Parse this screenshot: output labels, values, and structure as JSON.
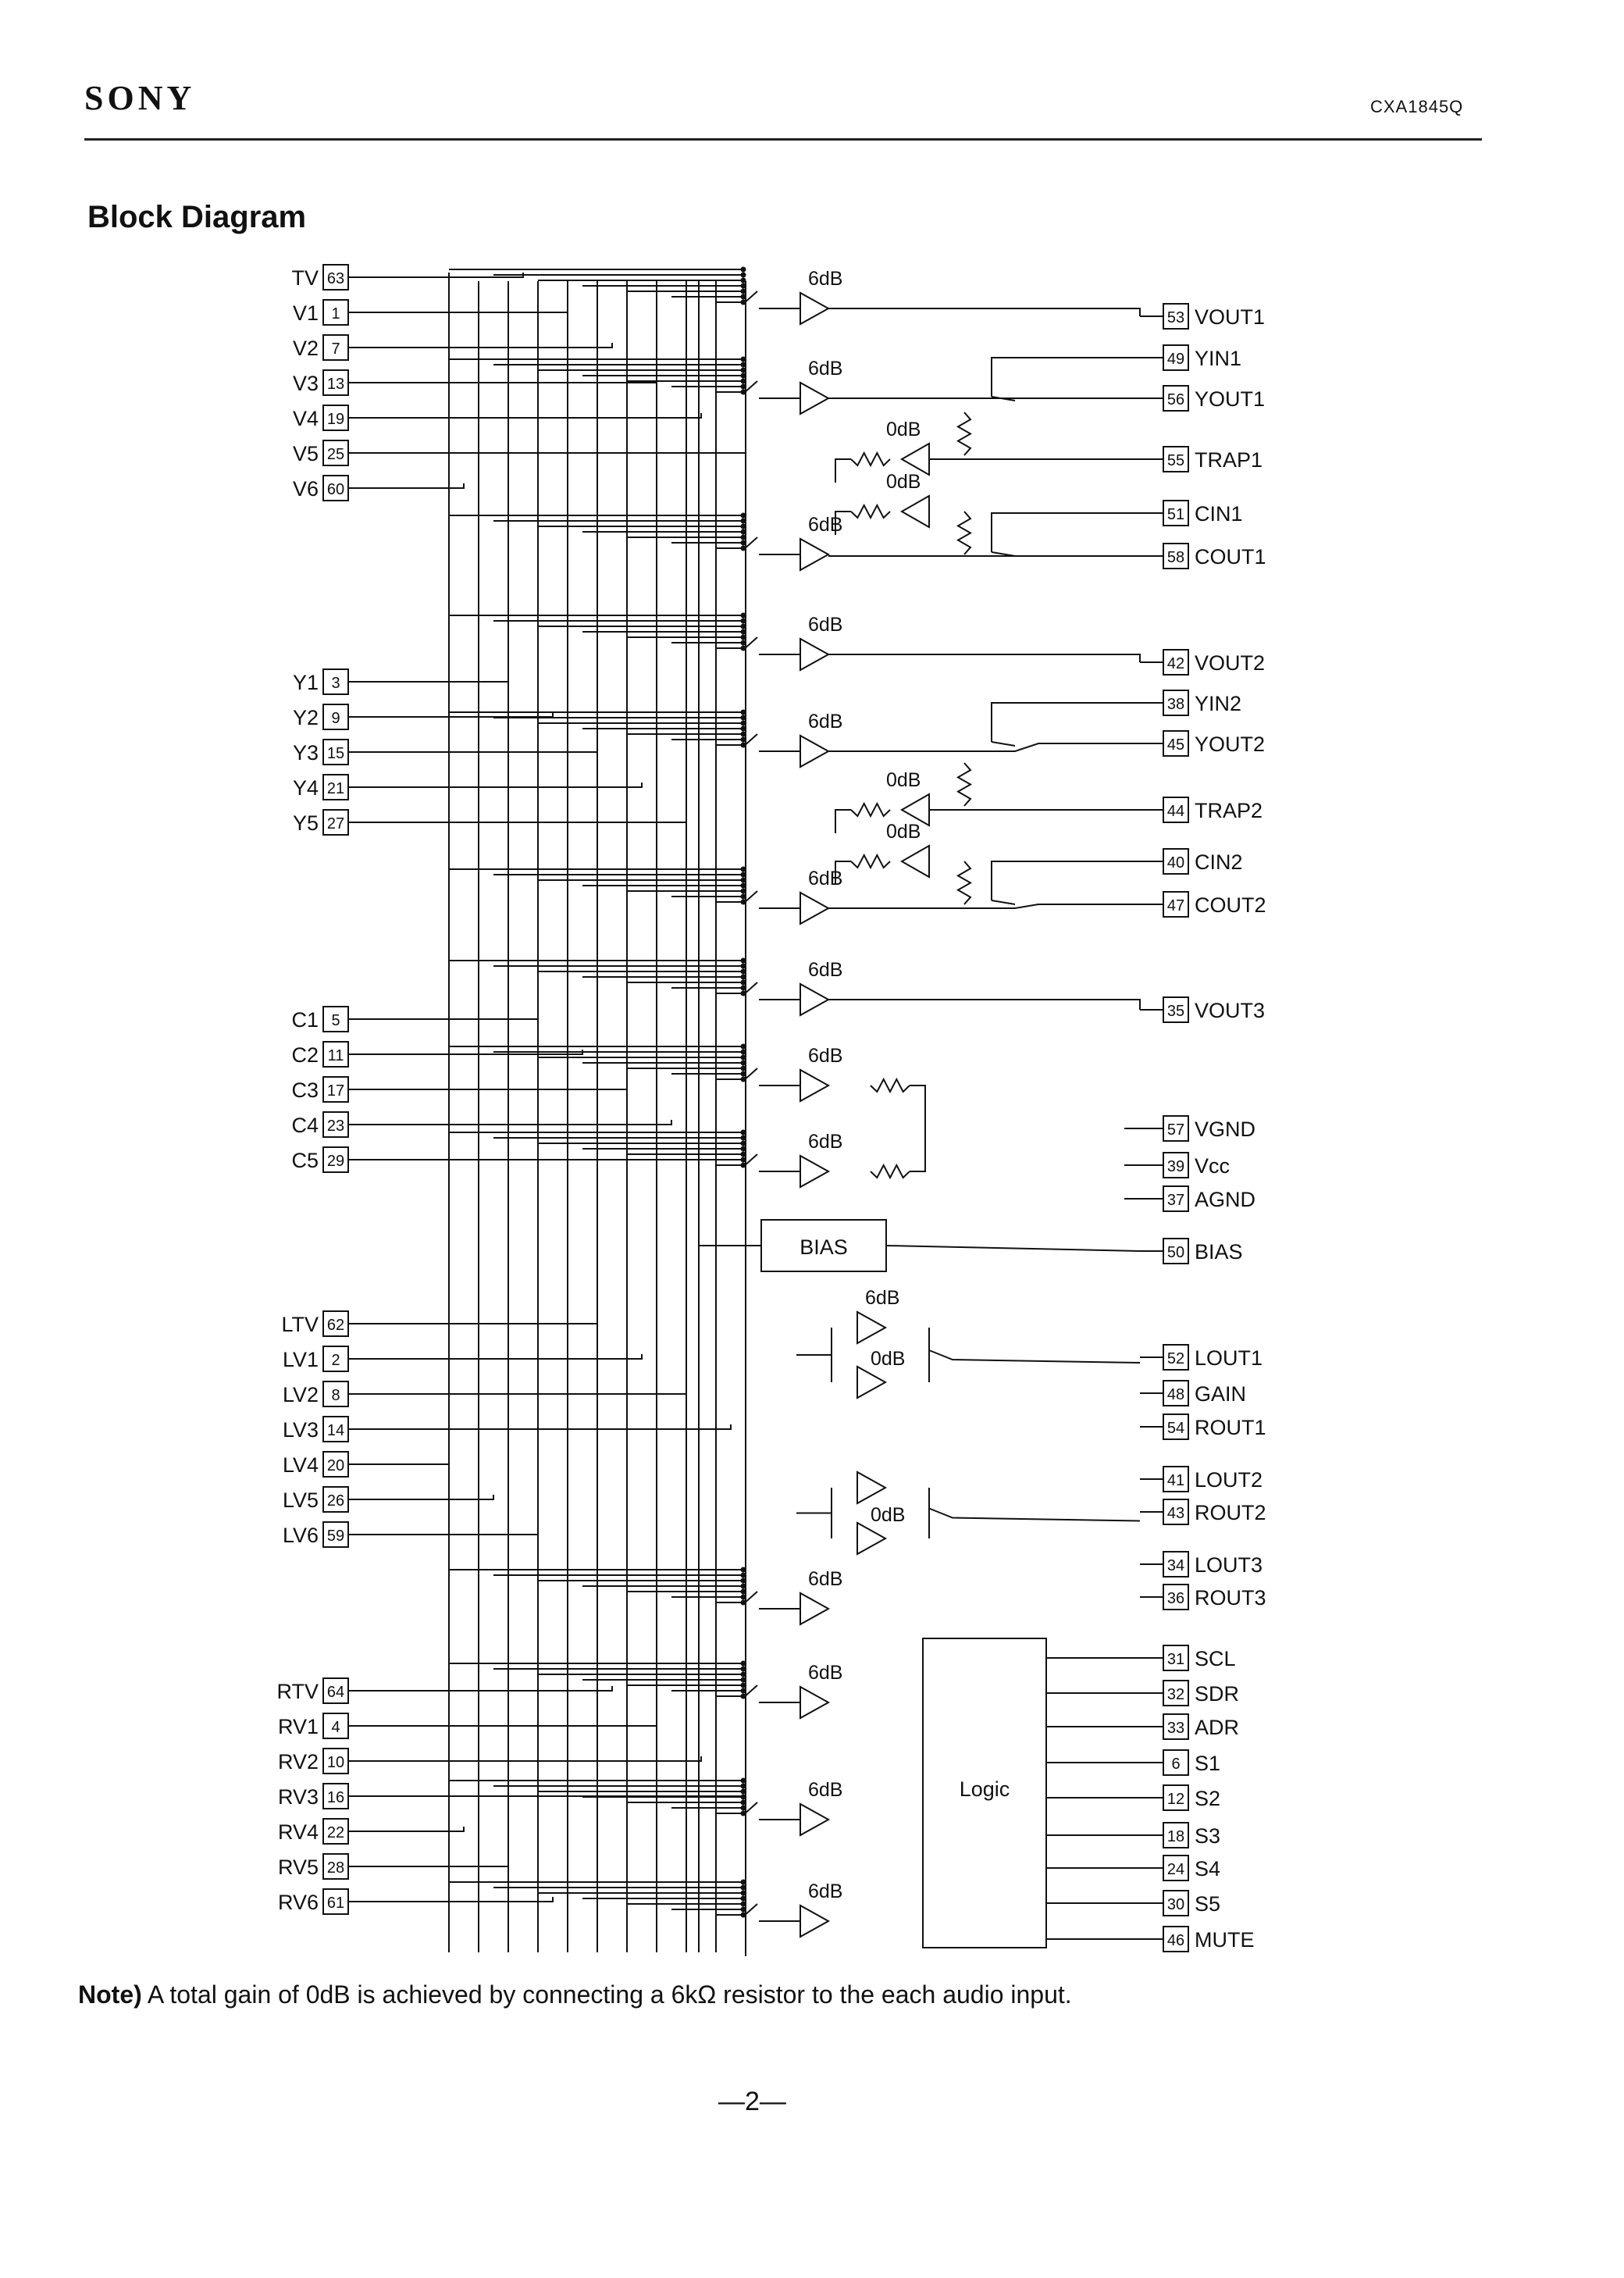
{
  "header": {
    "brand": "SONY",
    "part_number": "CXA1845Q"
  },
  "title": "Block Diagram",
  "inputs": {
    "video": [
      {
        "label": "TV",
        "pin": "63"
      },
      {
        "label": "V1",
        "pin": "1"
      },
      {
        "label": "V2",
        "pin": "7"
      },
      {
        "label": "V3",
        "pin": "13"
      },
      {
        "label": "V4",
        "pin": "19"
      },
      {
        "label": "V5",
        "pin": "25"
      },
      {
        "label": "V6",
        "pin": "60"
      }
    ],
    "luma": [
      {
        "label": "Y1",
        "pin": "3"
      },
      {
        "label": "Y2",
        "pin": "9"
      },
      {
        "label": "Y3",
        "pin": "15"
      },
      {
        "label": "Y4",
        "pin": "21"
      },
      {
        "label": "Y5",
        "pin": "27"
      }
    ],
    "chroma": [
      {
        "label": "C1",
        "pin": "5"
      },
      {
        "label": "C2",
        "pin": "11"
      },
      {
        "label": "C3",
        "pin": "17"
      },
      {
        "label": "C4",
        "pin": "23"
      },
      {
        "label": "C5",
        "pin": "29"
      }
    ],
    "left_audio": [
      {
        "label": "LTV",
        "pin": "62"
      },
      {
        "label": "LV1",
        "pin": "2"
      },
      {
        "label": "LV2",
        "pin": "8"
      },
      {
        "label": "LV3",
        "pin": "14"
      },
      {
        "label": "LV4",
        "pin": "20"
      },
      {
        "label": "LV5",
        "pin": "26"
      },
      {
        "label": "LV6",
        "pin": "59"
      }
    ],
    "right_audio": [
      {
        "label": "RTV",
        "pin": "64"
      },
      {
        "label": "RV1",
        "pin": "4"
      },
      {
        "label": "RV2",
        "pin": "10"
      },
      {
        "label": "RV3",
        "pin": "16"
      },
      {
        "label": "RV4",
        "pin": "22"
      },
      {
        "label": "RV5",
        "pin": "28"
      },
      {
        "label": "RV6",
        "pin": "61"
      }
    ]
  },
  "outputs": [
    {
      "label": "VOUT1",
      "pin": "53"
    },
    {
      "label": "YIN1",
      "pin": "49"
    },
    {
      "label": "YOUT1",
      "pin": "56"
    },
    {
      "label": "TRAP1",
      "pin": "55"
    },
    {
      "label": "CIN1",
      "pin": "51"
    },
    {
      "label": "COUT1",
      "pin": "58"
    },
    {
      "label": "VOUT2",
      "pin": "42"
    },
    {
      "label": "YIN2",
      "pin": "38"
    },
    {
      "label": "YOUT2",
      "pin": "45"
    },
    {
      "label": "TRAP2",
      "pin": "44"
    },
    {
      "label": "CIN2",
      "pin": "40"
    },
    {
      "label": "COUT2",
      "pin": "47"
    },
    {
      "label": "VOUT3",
      "pin": "35"
    },
    {
      "label": "VGND",
      "pin": "57"
    },
    {
      "label": "Vcc",
      "pin": "39"
    },
    {
      "label": "AGND",
      "pin": "37"
    },
    {
      "label": "BIAS",
      "pin": "50"
    },
    {
      "label": "LOUT1",
      "pin": "52"
    },
    {
      "label": "GAIN",
      "pin": "48"
    },
    {
      "label": "ROUT1",
      "pin": "54"
    },
    {
      "label": "LOUT2",
      "pin": "41"
    },
    {
      "label": "ROUT2",
      "pin": "43"
    },
    {
      "label": "LOUT3",
      "pin": "34"
    },
    {
      "label": "ROUT3",
      "pin": "36"
    },
    {
      "label": "SCL",
      "pin": "31"
    },
    {
      "label": "SDR",
      "pin": "32"
    },
    {
      "label": "ADR",
      "pin": "33"
    },
    {
      "label": "S1",
      "pin": "6"
    },
    {
      "label": "S2",
      "pin": "12"
    },
    {
      "label": "S3",
      "pin": "18"
    },
    {
      "label": "S4",
      "pin": "24"
    },
    {
      "label": "S5",
      "pin": "30"
    },
    {
      "label": "MUTE",
      "pin": "46"
    }
  ],
  "blocks": {
    "bias": "BIAS",
    "logic": "Logic"
  },
  "gains": {
    "amp_6db": [
      "6dB",
      "6dB",
      "6dB",
      "6dB",
      "6dB",
      "6dB",
      "6dB",
      "6dB",
      "6dB",
      "6dB",
      "6dB",
      "6dB",
      "6dB",
      "6dB"
    ],
    "amp_0db": [
      "0dB",
      "0dB",
      "0dB",
      "0dB",
      "0dB",
      "0dB"
    ]
  },
  "note": {
    "prefix": "Note)",
    "text": "A total gain of 0dB is achieved by connecting a 6kΩ  resistor to the each audio input."
  },
  "page_number": "—2—"
}
